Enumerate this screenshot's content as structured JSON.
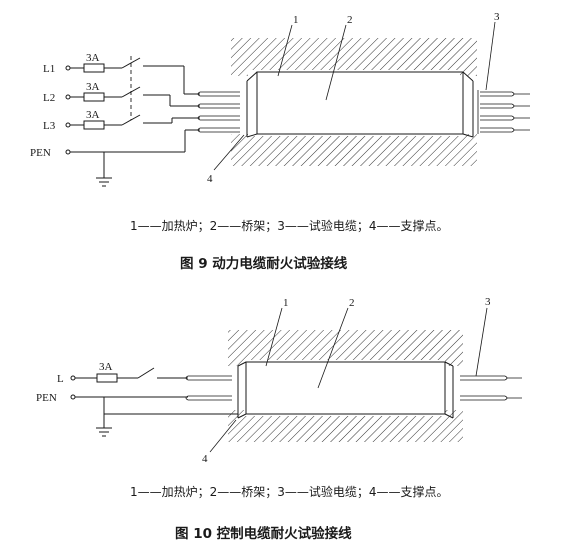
{
  "figure9": {
    "phases": [
      "L1",
      "L2",
      "L3"
    ],
    "neutral": "PEN",
    "fuse": "3A",
    "callouts": [
      "1",
      "2",
      "3",
      "4"
    ],
    "legend": "1——加热炉；2——桥架；3——试验电缆；4——支撑点。",
    "title": "图 9  动力电缆耐火试验接线"
  },
  "figure10": {
    "phase": "L",
    "neutral": "PEN",
    "fuse": "3A",
    "callouts": [
      "1",
      "2",
      "3",
      "4"
    ],
    "legend": "1——加热炉；2——桥架；3——试验电缆；4——支撑点。",
    "title": "图 10  控制电缆耐火试验接线"
  },
  "colors": {
    "ink": "#1a1a1a",
    "background": "#ffffff"
  }
}
